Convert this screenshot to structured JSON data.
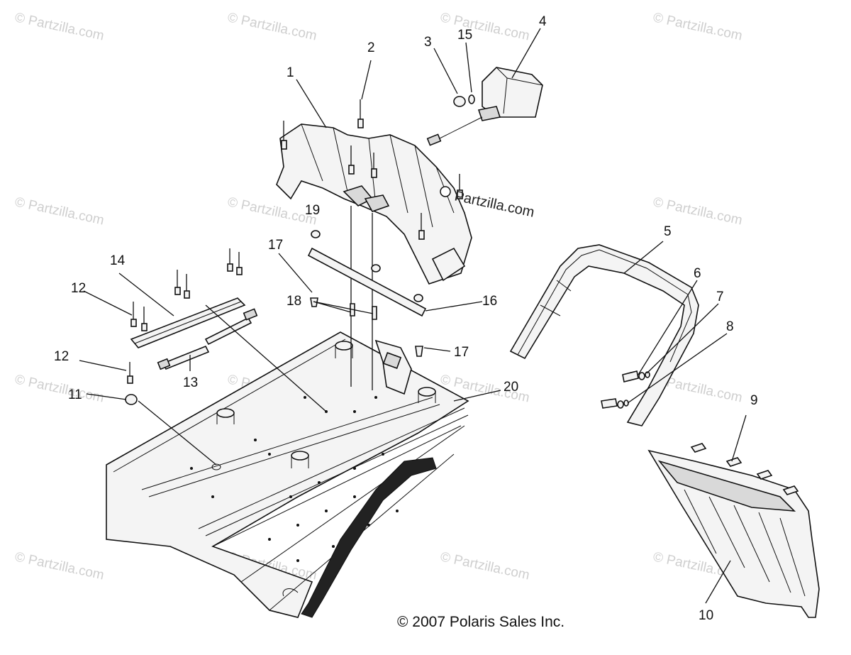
{
  "watermarks": [
    {
      "text": "© Partzilla.com"
    }
  ],
  "site_watermark": "Partzilla.com",
  "copyright": "© 2007 Polaris Sales Inc.",
  "callouts": [
    "1",
    "2",
    "3",
    "4",
    "5",
    "6",
    "7",
    "8",
    "9",
    "10",
    "11",
    "12",
    "12",
    "13",
    "14",
    "15",
    "16",
    "17",
    "17",
    "18",
    "19",
    "20"
  ]
}
